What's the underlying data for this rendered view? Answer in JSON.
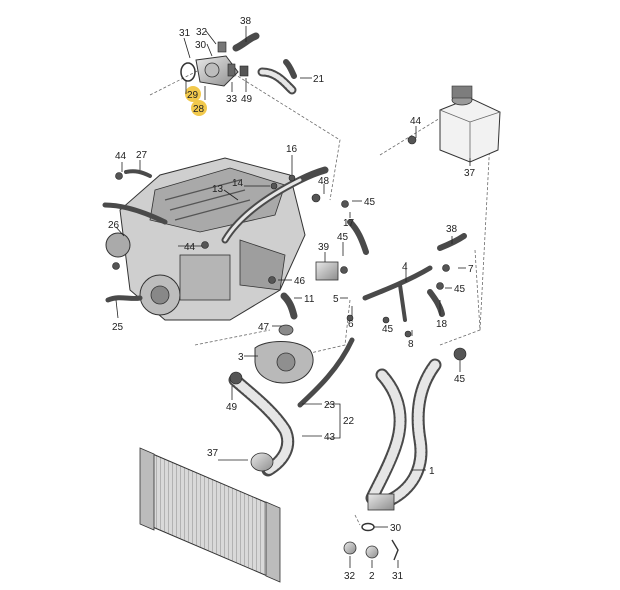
{
  "accent_color": "#f2c94c",
  "callouts": {
    "c31a": "31",
    "c32a": "32",
    "c30a": "30",
    "c38a": "38",
    "c21": "21",
    "c29": "29",
    "c28": "28",
    "c33": "33",
    "c49a": "49",
    "c44a": "44",
    "c27": "27",
    "c16": "16",
    "c14": "14",
    "c13": "13",
    "c48": "48",
    "c45a": "45",
    "c44b": "44",
    "c37a": "37",
    "c17": "17",
    "c45b": "45",
    "c39": "39",
    "c38b": "38",
    "c7": "7",
    "c26": "26",
    "c44c": "44",
    "c46": "46",
    "c4": "4",
    "c45c": "45",
    "c11": "11",
    "c5": "5",
    "c6": "6",
    "c45d": "45",
    "c18": "18",
    "c25": "25",
    "c47": "47",
    "c8": "8",
    "c3": "3",
    "c45e": "45",
    "c49b": "49",
    "c23": "23",
    "c22": "22",
    "c43": "43",
    "c37b": "37",
    "c1": "1",
    "c30b": "30",
    "c32b": "32",
    "c2": "2",
    "c31b": "31"
  }
}
